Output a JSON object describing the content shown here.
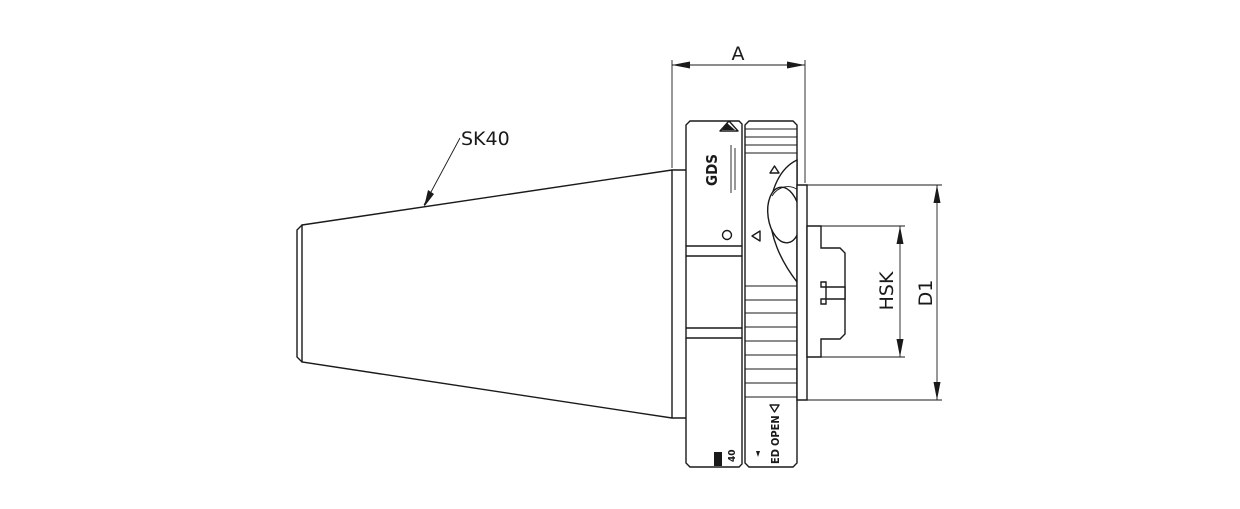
{
  "labels": {
    "sk40": "SK40",
    "dim_a": "A",
    "dim_hsk": "HSK",
    "dim_d1": "D1"
  },
  "engravings": {
    "logo": "GDS",
    "open": "OPEN",
    "closed_partial": "ED",
    "size_partial": "40"
  }
}
